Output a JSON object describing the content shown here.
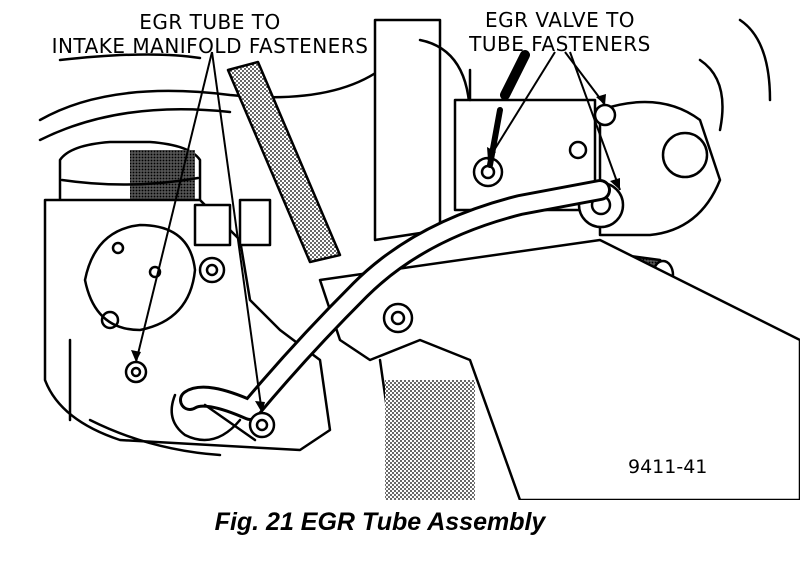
{
  "labels": {
    "egr_tube_to_manifold": [
      "EGR TUBE TO",
      "INTAKE MANIFOLD FASTENERS"
    ],
    "egr_valve_to_tube": [
      "EGR VALVE TO",
      "TUBE FASTENERS"
    ]
  },
  "figure_code": "9411-41",
  "caption": "Fig. 21 EGR Tube Assembly"
}
